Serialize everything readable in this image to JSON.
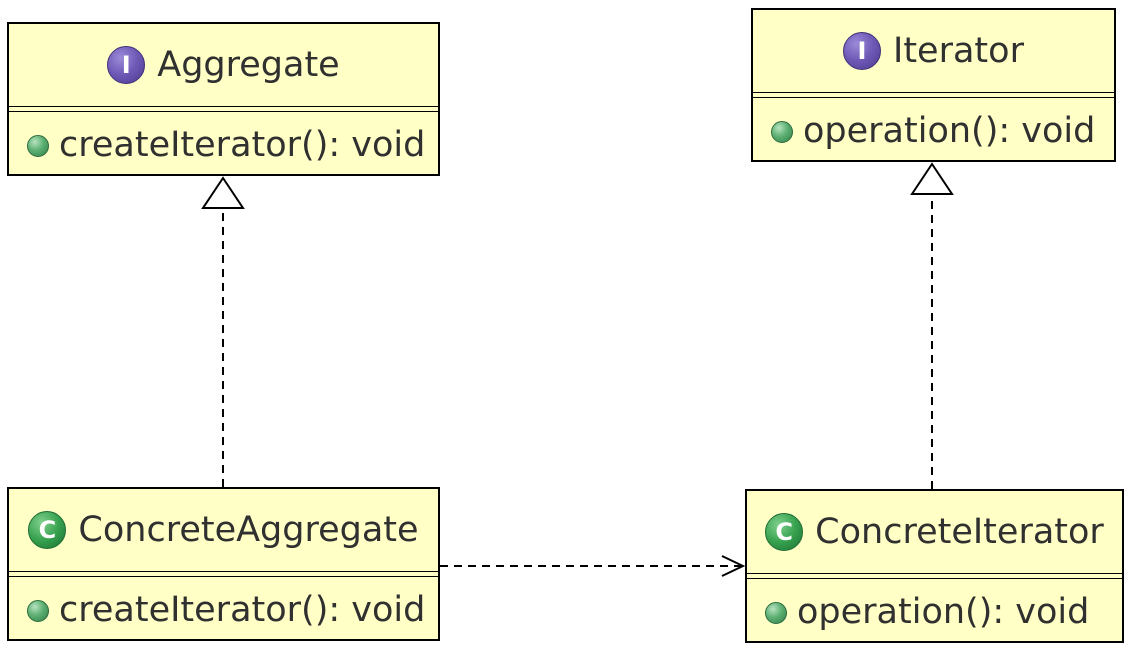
{
  "diagram": {
    "classes": [
      {
        "name": "Aggregate",
        "kind": "interface",
        "badge_letter": "I",
        "members": [
          "createIterator(): void"
        ]
      },
      {
        "name": "Iterator",
        "kind": "interface",
        "badge_letter": "I",
        "members": [
          "operation(): void"
        ]
      },
      {
        "name": "ConcreteAggregate",
        "kind": "class",
        "badge_letter": "C",
        "members": [
          "createIterator(): void"
        ]
      },
      {
        "name": "ConcreteIterator",
        "kind": "class",
        "badge_letter": "C",
        "members": [
          "operation(): void"
        ]
      }
    ],
    "relationships": [
      {
        "type": "realization",
        "from": "ConcreteAggregate",
        "to": "Aggregate"
      },
      {
        "type": "realization",
        "from": "ConcreteIterator",
        "to": "Iterator"
      },
      {
        "type": "dependency",
        "from": "ConcreteAggregate",
        "to": "ConcreteIterator"
      }
    ],
    "colors": {
      "box_fill": "#ffffc6",
      "box_border": "#000000",
      "text": "#303030",
      "interface_badge": "#6f59b6",
      "class_badge": "#35a04d",
      "method_dot": "#5daf72",
      "connector": "#000000"
    }
  }
}
